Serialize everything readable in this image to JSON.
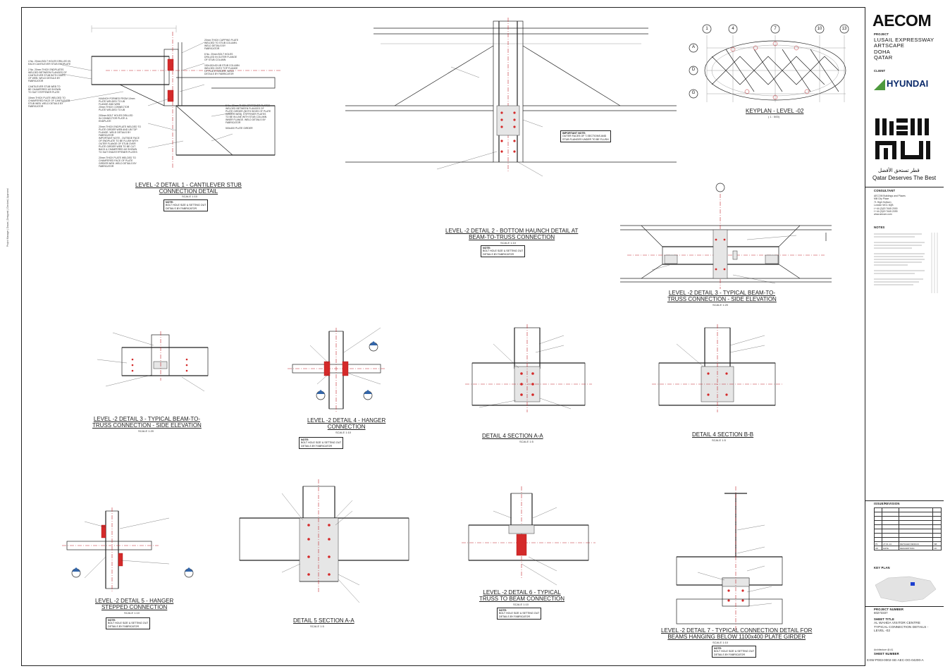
{
  "titleblock": {
    "company": "AECOM",
    "project_label": "PROJECT",
    "project_lines": [
      "LUSAIL EXPRESSWAY",
      "ARTSCAPE",
      "DOHA",
      "QATAR"
    ],
    "client_label": "CLIENT",
    "client_name": "HYUNDAI",
    "ashghal_tagline": "Qatar Deserves The Best",
    "ashghal_arabic": "قطر تستحق الأفضل",
    "consultant_label": "CONSULTANT",
    "consultant_lines": [
      "AECOM Buildings and Places",
      "Mill City Place",
      "71 High Holborn",
      "London WC1 6QB",
      "t +44 (0)20 7645 2000",
      "f +44 (0)20 7645 2099",
      "www.aecom.com"
    ],
    "notes_label": "NOTES",
    "issue_label": "ISSUE/REVISION",
    "rev_rows": [
      [
        "P1",
        "27.01.14",
        "DETAILED DESIGN",
        "SB"
      ],
      [
        "I/R",
        "DATE",
        "DESCRIPTION",
        "CK"
      ]
    ],
    "keyplan_label": "KEY PLAN",
    "project_number_label": "PROJECT NUMBER",
    "project_number": "60273337",
    "sheet_title_label": "SHEET TITLE",
    "sheet_title_lines": [
      "AL WAHDA VISITOR CENTRE",
      "TYPICAL CONNECTION DETAILS -",
      "LEVEL -02"
    ],
    "sheet_size_label": "Architecture @ A1",
    "sheet_number_label": "SHEET NUMBER",
    "sheet_number": "EXW-P003-0002-SE-AEC-OG-04200-A"
  },
  "details": {
    "d1": {
      "title1": "LEVEL -2 DETAIL 1 - CANTILEVER STUB",
      "title2": "CONNECTION DETAIL",
      "scale": "SCALE 1:10"
    },
    "d2": {
      "title1": "LEVEL -2 DETAIL 2 - BOTTOM HAUNCH DETAIL AT",
      "title2": "BEAM-TO-TRUSS CONNECTION",
      "scale": "SCALE 1:10"
    },
    "d3a": {
      "title1": "LEVEL -2 DETAIL 3 -  TYPICAL BEAM-TO-",
      "title2": "TRUSS CONNECTION - SIDE ELEVATION",
      "scale": "SCALE 1:20"
    },
    "keyplan": {
      "title1": "KEYPLAN - LEVEL -02",
      "scale": "( 1 : 500)",
      "grid_cols": [
        "1",
        "4",
        "7",
        "10",
        "13"
      ],
      "grid_rows": [
        "A",
        "D",
        "G"
      ]
    },
    "d3b": {
      "title1": "LEVEL -2 DETAIL 3 -  TYPICAL BEAM-TO-",
      "title2": "TRUSS CONNECTION - SIDE ELEVATION",
      "scale": "SCALE 1:20"
    },
    "d4": {
      "title1": "LEVEL -2 DETAIL 4 - HANGER",
      "title2": "CONNECTION",
      "scale": "SCALE 1:10"
    },
    "d4a": {
      "title1": "DETAIL 4 SECTION A-A",
      "scale": "SCALE 1:5"
    },
    "d4b": {
      "title1": "DETAIL 4 SECTION B-B",
      "scale": "SCALE 1:5"
    },
    "d5": {
      "title1": "LEVEL -2 DETAIL 5 - HANGER",
      "title2": "STEPPED CONNECTION",
      "scale": "SCALE 1:10"
    },
    "d5a": {
      "title1": "DETAIL 5 SECTION A-A",
      "scale": "SCALE 1:5"
    },
    "d6": {
      "title1": "LEVEL -2 DETAIL 6 - TYPICAL",
      "title2": "TRUSS TO BEAM CONNECTION",
      "scale": "SCALE 1:10"
    },
    "d7": {
      "title1": "LEVEL -2 DETAIL 7 - TYPICAL CONNECTION DETAIL FOR",
      "title2": "BEAMS HANGING BELOW 1100x400 PLATE GIRDER",
      "scale": "SCALE 1:10"
    }
  },
  "notes": {
    "note_label": "NOTE:",
    "note_text1": "BOLT HOLE SIZE & SETTING OUT",
    "note_text2": "DETAILS BY FABRICATOR",
    "important": "IMPORTANT NOTE:",
    "important_text1": "OUTER FACES OF T-SECTIONS AND",
    "important_text2": "STUB FLANGES UNDER TO BE FLUSH"
  },
  "annotations": {
    "d1_left": [
      "4 No. 20mm BOLT HOLES DRILLED IN",
      "EACH CANTILEVER STUB ENDPLATE",
      "",
      "2 No. 20mm THICK ENDPLATES",
      "WELDED BETWEEN FLANGES OF",
      "CANTILEVER STUB BOTH SIDES",
      "OF WEB. WELD DETAILS BY",
      "FABRICATOR",
      "",
      "CANTILEVER STUB WEB TO",
      "BE CHAMFERED AS SHOWN",
      "TO SUIT STIFFENER PLATE",
      "",
      "15mm THICK PLATE WELDED TO",
      "CHAMFERED FACE OF CANTILEVER",
      "STUB WEB. WELD DETAILS BY",
      "FABRICATOR"
    ],
    "d1_right": [
      "20mm THICK CAPPING PLATE",
      "WELDED TO STUB COLUMN.",
      "WELD DETAILS BY",
      "FABRICATOR",
      "",
      "8 No. 20mm BOLT HOLES",
      "DRILLED IN OUTER FLANGE",
      "OF STUB COLUMN",
      "",
      "152x152x30 UB STUB COLUMN",
      "WELDED ONTO TOP FLANGE",
      "OF PLATE GIRDER. WELD",
      "DETAILS BY FABRICATOR"
    ],
    "d1_mid": [
      "5 No. 20mm THICK STIFFENER PLATES",
      "WELDED BETWEEN FLANGES OF",
      "PLATE GIRDER (BOTH SIDES OF PLATE",
      "GIRDER WEB). STIFFENER PLATES",
      "TO BE IN LINE WITH STUB COLUMN",
      "INNER FLANGE. WELD DETAILS BY",
      "FABRICATOR",
      "",
      "500x400 PLATE GIRDER"
    ],
    "d1_center": [
      "HAUNCH FORMED FROM 10mm",
      "PLATE WELDED TO UB",
      "FLANGE AND WEB",
      "20mm THICK CONNECTOR",
      "PLATE WELDED TO UB",
      "",
      "200mm BOLT HOLES DRILLED",
      "IN CONNECTOR PLATE &",
      "ENDPLATE",
      "",
      "20mm THICK ENDPLATE WELDED TO",
      "PLATE GIRDER WEB AND UB TOP",
      "FLANGE. WELD DETAILS BY",
      "FABRICATOR",
      "IMPORTANT NOTE - OUTSIDE FACE",
      "OF ENDPLATE TO BE FLUSH WITH",
      "OUTER FLANGE OF STUB OVER",
      "PLATE GIRDER WEB TO BE CUT",
      "BACK & CHAMFERED AS SHOWN",
      "TO SUIT END/STIFFENER PLATES",
      "",
      "20mm THICK PLATE WELDED TO",
      "CHAMFERED FACE OF PLATE",
      "GIRDER WEB. WELD DETAILS BY",
      "FABRICATOR"
    ]
  }
}
